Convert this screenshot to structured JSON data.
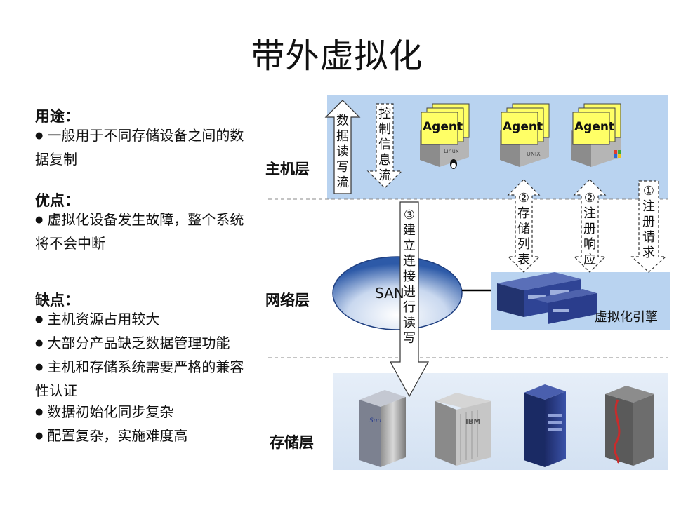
{
  "title": "带外虚拟化",
  "left": {
    "use_heading": "用途：",
    "use_items": [
      "一般用于不同存储设备之间的数据复制"
    ],
    "pros_heading": "优点：",
    "pros_items": [
      "虚拟化设备发生故障，整个系统将不会中断"
    ],
    "cons_heading": "缺点：",
    "cons_items": [
      "主机资源占用较大",
      "大部分产品缺乏数据管理功能",
      "主机和存储系统需要严格的兼容性认证",
      "数据初始化同步复杂",
      "配置复杂，实施难度高"
    ]
  },
  "layers": {
    "host": "主机层",
    "network": "网络层",
    "storage": "存储层"
  },
  "arrows": {
    "data_rw": "数据读写流",
    "control": "控制信息流",
    "connect": "③建立连接进行读写",
    "storage_list": "②存储列表",
    "register_resp": "②注册响应",
    "register_req": "①注册请求"
  },
  "agents": [
    "Agent",
    "Agent",
    "Agent"
  ],
  "server_os": [
    "Linux",
    "UNIX",
    "Windows"
  ],
  "san_label": "SAN",
  "engine_label": "虚拟化引擎",
  "storage_brands": [
    "Sun",
    "IBM",
    "",
    ""
  ],
  "colors": {
    "band": "#b9d3f0",
    "agent_note": "#ffff66",
    "engine_box": "#2b3f8a"
  }
}
